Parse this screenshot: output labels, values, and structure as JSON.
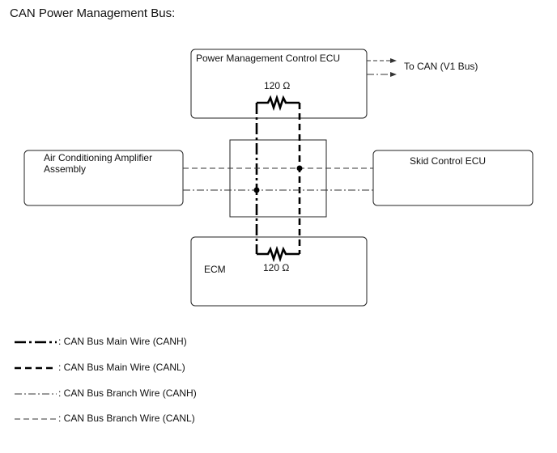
{
  "title": "CAN Power Management Bus:",
  "ecus": {
    "pmc": "Power Management Control ECU",
    "aircon_line1": "Air Conditioning Amplifier",
    "aircon_line2": "Assembly",
    "skid": "Skid Control ECU",
    "ecm": "ECM"
  },
  "resistors": {
    "top": "120 Ω",
    "bottom": "120 Ω"
  },
  "external": {
    "to_can": "To CAN (V1 Bus)"
  },
  "legend": [
    {
      "label": ": CAN Bus Main Wire (CANH)"
    },
    {
      "label": ": CAN Bus Main Wire (CANL)"
    },
    {
      "label": ": CAN Bus Branch Wire (CANH)"
    },
    {
      "label": ": CAN Bus Branch Wire (CANL)"
    }
  ]
}
